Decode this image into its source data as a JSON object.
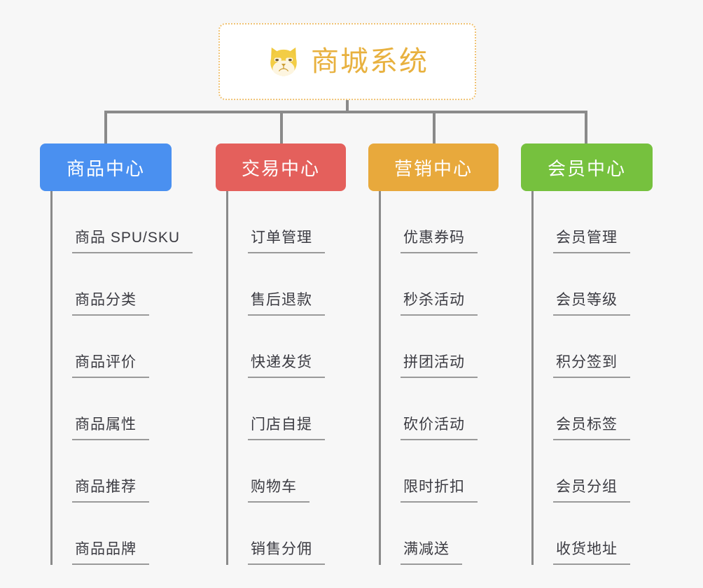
{
  "page": {
    "background_color": "#f7f7f7",
    "connector_color": "#8a8a8a"
  },
  "root": {
    "title": "商城系统",
    "icon": "shiba-dog-face-emoji",
    "title_color": "#e8b13f",
    "border_color": "#f0c375",
    "background_color": "#ffffff"
  },
  "columns": [
    {
      "label": "商品中心",
      "color": "#4a90f0",
      "text_color": "#ffffff",
      "items": [
        "商品 SPU/SKU",
        "商品分类",
        "商品评价",
        "商品属性",
        "商品推荐",
        "商品品牌"
      ]
    },
    {
      "label": "交易中心",
      "color": "#e4605c",
      "text_color": "#ffffff",
      "items": [
        "订单管理",
        "售后退款",
        "快递发货",
        "门店自提",
        "购物车",
        "销售分佣"
      ]
    },
    {
      "label": "营销中心",
      "color": "#e8a93c",
      "text_color": "#ffffff",
      "items": [
        "优惠券码",
        "秒杀活动",
        "拼团活动",
        "砍价活动",
        "限时折扣",
        "满减送"
      ]
    },
    {
      "label": "会员中心",
      "color": "#76c13e",
      "text_color": "#ffffff",
      "items": [
        "会员管理",
        "会员等级",
        "积分签到",
        "会员标签",
        "会员分组",
        "收货地址"
      ]
    }
  ]
}
